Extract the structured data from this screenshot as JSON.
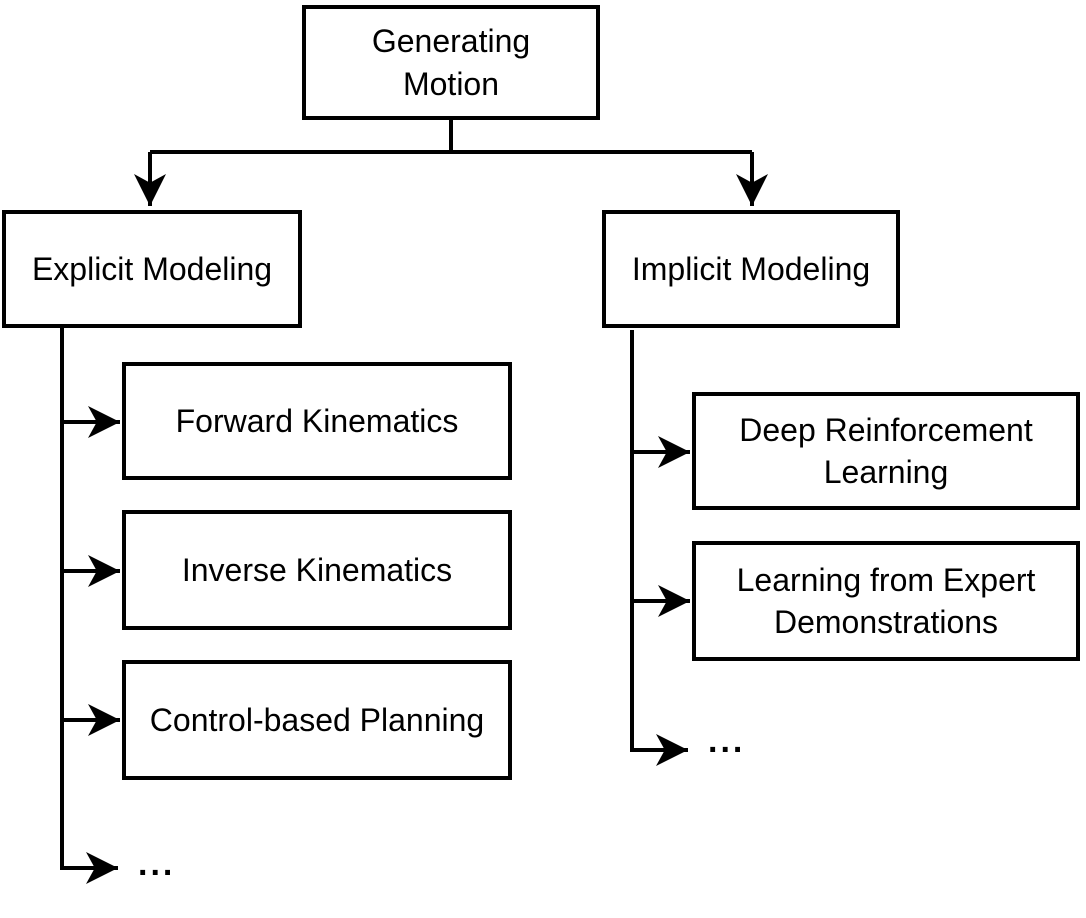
{
  "diagram": {
    "type": "tree",
    "colors": {
      "line": "#000000",
      "node_fill": "#ffffff",
      "text": "#000000",
      "background": "#ffffff"
    },
    "root": {
      "label": "Generating Motion"
    },
    "branches": [
      {
        "label": "Explicit Modeling",
        "children": [
          "Forward Kinematics",
          "Inverse Kinematics",
          "Control-based Planning",
          "..."
        ]
      },
      {
        "label": "Implicit Modeling",
        "children": [
          "Deep Reinforcement Learning",
          "Learning from Expert Demonstrations",
          "..."
        ]
      }
    ]
  }
}
